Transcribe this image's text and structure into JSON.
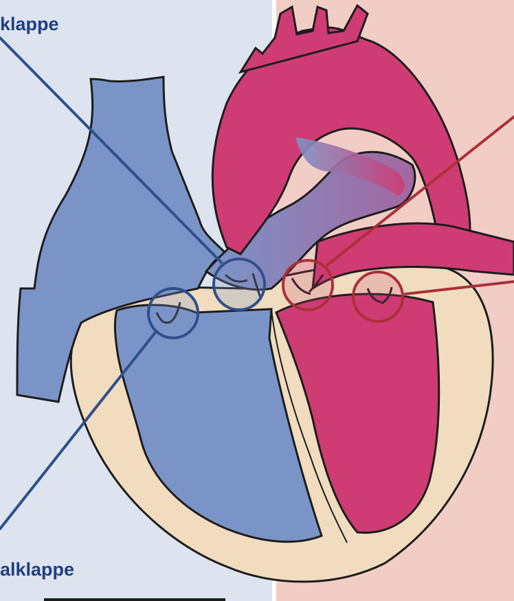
{
  "labels": {
    "top_left": "klappe",
    "bottom_left": "alklappe"
  },
  "colors": {
    "panel_left": "#dde4f0",
    "panel_right": "#f2cdc5",
    "deoxygenated_blood": "#7b94c8",
    "oxygenated_blood": "#cf3b73",
    "heart_wall": "#f1dcc0",
    "outline": "#1c1c1c",
    "label_text": "#1f3f7f",
    "pointer_blue": "#2e4f8a",
    "pointer_red": "#a93038"
  },
  "valves": [
    {
      "name": "tricuspid-valve",
      "side": "right-heart",
      "color": "blue"
    },
    {
      "name": "pulmonary-valve",
      "side": "right-heart",
      "color": "blue"
    },
    {
      "name": "aortic-valve",
      "side": "left-heart",
      "color": "red"
    },
    {
      "name": "mitral-valve",
      "side": "left-heart",
      "color": "red"
    }
  ]
}
